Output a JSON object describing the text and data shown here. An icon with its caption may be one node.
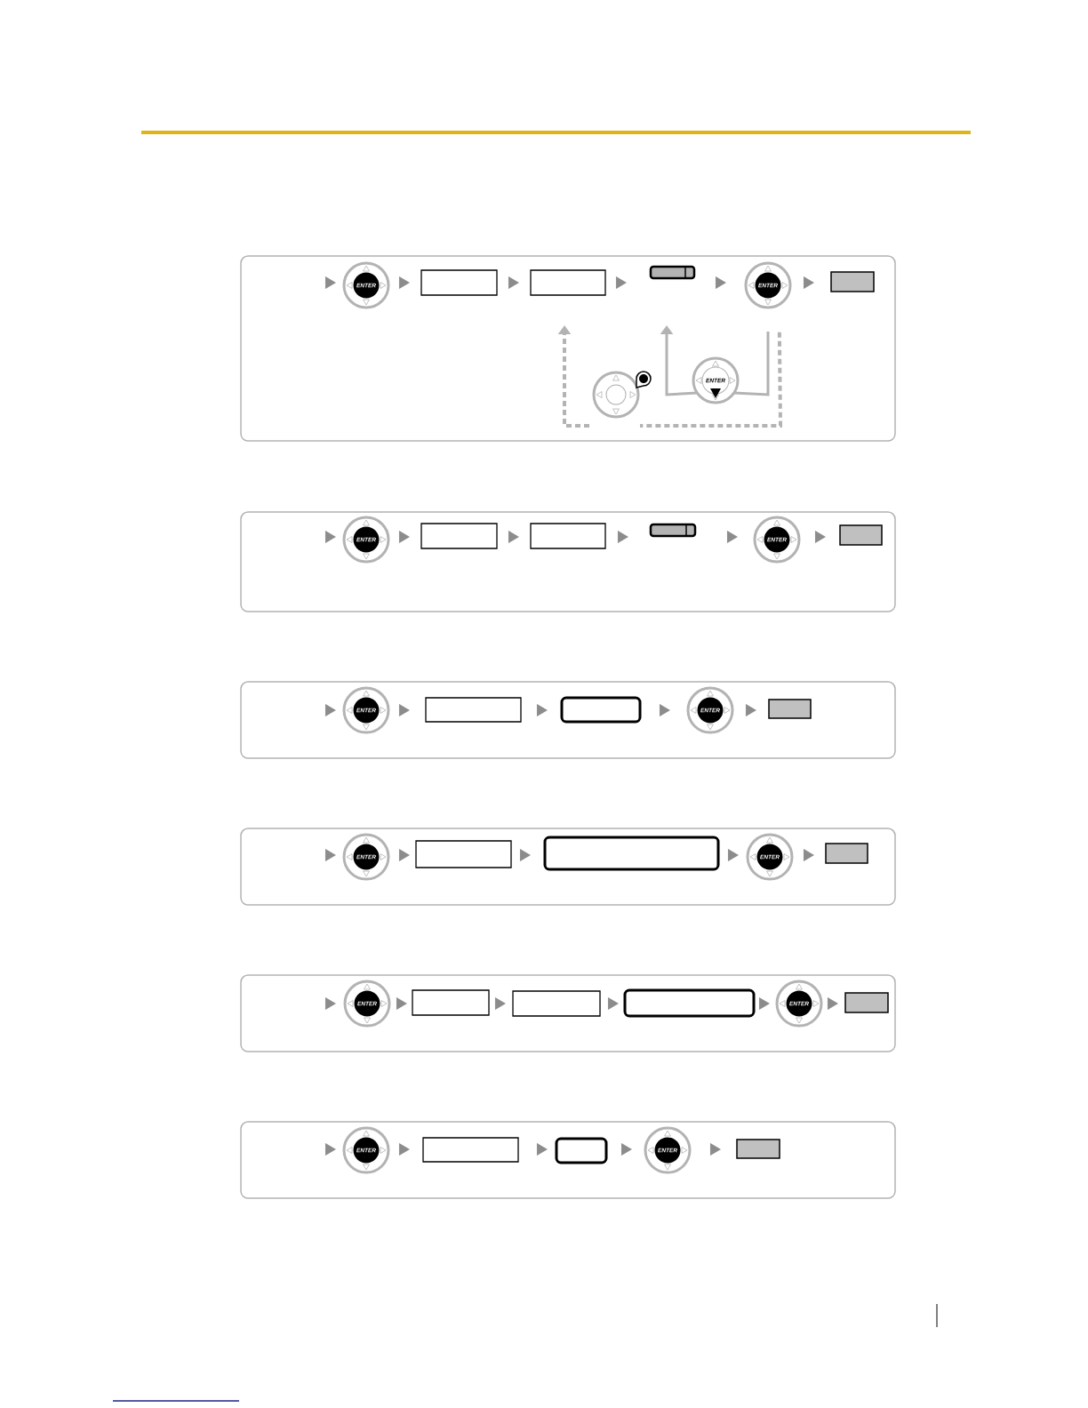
{
  "diagram": {
    "nodes": [
      {
        "text": [
          "ENTER"
        ]
      },
      {
        "text": [],
        "shape": "box"
      },
      {
        "text": [],
        "shape": "box"
      },
      {
        "text": [],
        "shape": "bar"
      },
      {
        "text": [
          "ENTER"
        ]
      },
      {
        "text": [],
        "shape": "box"
      },
      {
        "text": [],
        "shape": "circle"
      },
      {
        "text": [
          "ENTER"
        ]
      },
      {
        "text": [
          "ENTER"
        ]
      },
      {
        "text": [],
        "shape": "box"
      },
      {
        "text": [],
        "shape": "box"
      },
      {
        "text": [],
        "shape": "bar"
      },
      {
        "text": [
          "ENTER"
        ]
      },
      {
        "text": [],
        "shape": "box"
      },
      {
        "text": [
          "ENTER"
        ]
      },
      {
        "text": [],
        "shape": "box"
      },
      {
        "text": [],
        "shape": "box"
      },
      {
        "text": [
          "ENTER"
        ]
      },
      {
        "text": [],
        "shape": "box"
      },
      {
        "text": [
          "ENTER"
        ]
      },
      {
        "text": [],
        "shape": "box"
      },
      {
        "text": [],
        "shape": "box"
      },
      {
        "text": [
          "ENTER"
        ]
      },
      {
        "text": [],
        "shape": "box"
      },
      {
        "text": [
          "ENTER"
        ]
      },
      {
        "text": [],
        "shape": "box"
      },
      {
        "text": [],
        "shape": "box"
      },
      {
        "text": [],
        "shape": "box"
      },
      {
        "text": [
          "ENTER"
        ]
      },
      {
        "text": [],
        "shape": "box"
      },
      {
        "text": [
          "ENTER"
        ]
      },
      {
        "text": [],
        "shape": "box"
      },
      {
        "text": [],
        "shape": "box"
      },
      {
        "text": [
          "ENTER"
        ]
      },
      {
        "text": [],
        "shape": "box"
      }
    ],
    "edges": [
      {
        "from": null,
        "to": 0,
        "arrow": "to"
      },
      {
        "from": 0,
        "to": 1,
        "arrow": "to"
      },
      {
        "from": 1,
        "to": 2,
        "arrow": "to"
      },
      {
        "from": 2,
        "to": 3,
        "arrow": "to"
      },
      {
        "from": 3,
        "to": 4,
        "arrow": "to"
      },
      {
        "from": 4,
        "to": 5,
        "arrow": "to"
      },
      {
        "from": 4,
        "to": 7,
        "arrow": "none",
        "color": "#b3b3b3"
      },
      {
        "from": 7,
        "to": null,
        "arrow": "to",
        "color": "#b3b3b3"
      },
      {
        "from": 4,
        "to": 6,
        "arrow": "none",
        "style": "dashed",
        "color": "#b3b3b3"
      },
      {
        "from": 6,
        "to": 2,
        "arrow": "to",
        "style": "dashed",
        "color": "#b3b3b3"
      },
      {
        "from": null,
        "to": 8,
        "arrow": "to"
      },
      {
        "from": 8,
        "to": 9,
        "arrow": "to"
      },
      {
        "from": 9,
        "to": 10,
        "arrow": "to"
      },
      {
        "from": 10,
        "to": 11,
        "arrow": "to"
      },
      {
        "from": 11,
        "to": 12,
        "arrow": "to"
      },
      {
        "from": 12,
        "to": 13,
        "arrow": "to"
      },
      {
        "from": null,
        "to": 14,
        "arrow": "to"
      },
      {
        "from": 14,
        "to": 15,
        "arrow": "to"
      },
      {
        "from": 15,
        "to": 16,
        "arrow": "to"
      },
      {
        "from": 16,
        "to": 17,
        "arrow": "to"
      },
      {
        "from": 17,
        "to": 18,
        "arrow": "to"
      },
      {
        "from": null,
        "to": 19,
        "arrow": "to"
      },
      {
        "from": 19,
        "to": 20,
        "arrow": "to"
      },
      {
        "from": 20,
        "to": 21,
        "arrow": "to"
      },
      {
        "from": 21,
        "to": 22,
        "arrow": "to"
      },
      {
        "from": 22,
        "to": 23,
        "arrow": "to"
      },
      {
        "from": null,
        "to": 24,
        "arrow": "to"
      },
      {
        "from": 24,
        "to": 25,
        "arrow": "to"
      },
      {
        "from": 25,
        "to": 26,
        "arrow": "to"
      },
      {
        "from": 26,
        "to": 27,
        "arrow": "to"
      },
      {
        "from": 27,
        "to": 28,
        "arrow": "to"
      },
      {
        "from": 28,
        "to": 29,
        "arrow": "to"
      },
      {
        "from": null,
        "to": 30,
        "arrow": "to"
      },
      {
        "from": 30,
        "to": 31,
        "arrow": "to"
      },
      {
        "from": 31,
        "to": 32,
        "arrow": "to"
      },
      {
        "from": 32,
        "to": 33,
        "arrow": "to"
      },
      {
        "from": 33,
        "to": 34,
        "arrow": "to"
      }
    ]
  }
}
